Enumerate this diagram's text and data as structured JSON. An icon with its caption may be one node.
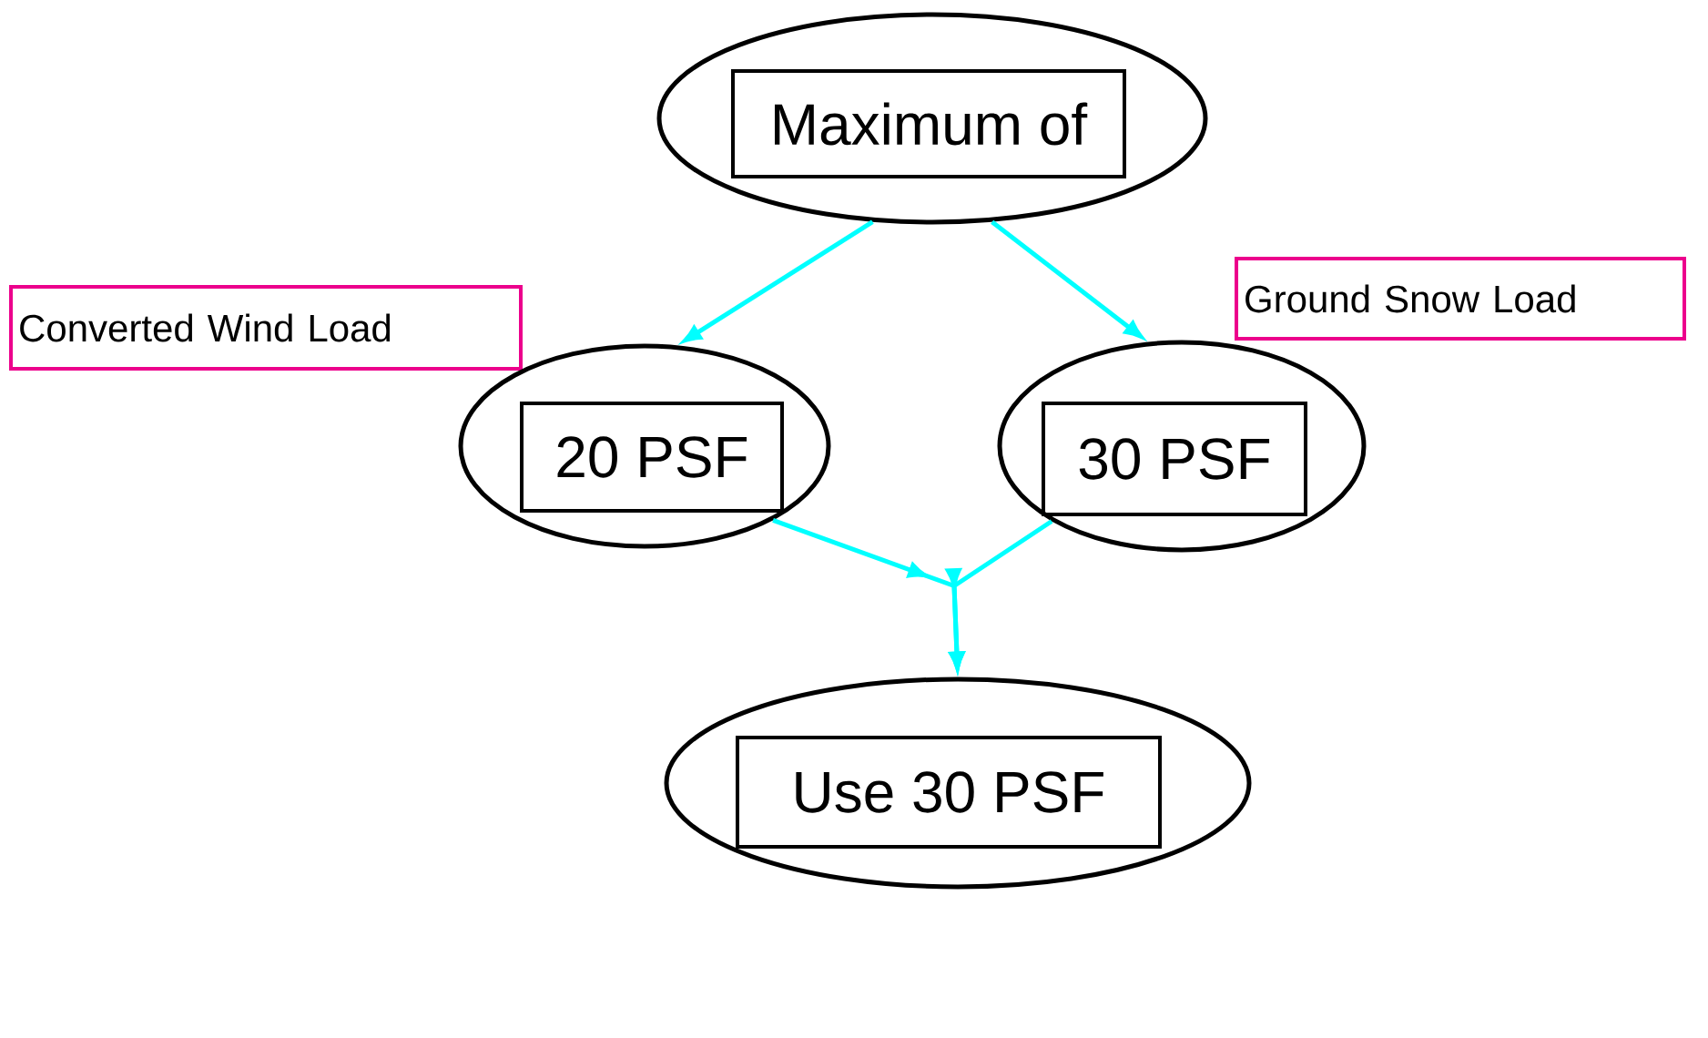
{
  "diagram": {
    "nodes": [
      {
        "text": [],
        "shape": "ellipse"
      },
      {
        "text": [
          "Maximum of"
        ],
        "in": 0
      },
      {
        "text": [
          "Converted Wind Load"
        ]
      },
      {
        "text": [],
        "shape": "ellipse"
      },
      {
        "text": [
          "20 PSF"
        ],
        "in": 3
      },
      {
        "text": [
          "Ground Snow Load"
        ]
      },
      {
        "text": [],
        "shape": "ellipse"
      },
      {
        "text": [
          "30 PSF"
        ],
        "in": 6
      },
      {
        "text": [],
        "shape": "ellipse"
      },
      {
        "text": [
          "Use 30 PSF"
        ],
        "in": 8
      }
    ],
    "edges": [
      {
        "from": 0,
        "to": 3,
        "arrow": "to"
      },
      {
        "from": 0,
        "to": 6,
        "arrow": "to"
      },
      {
        "from": 3,
        "to": 8,
        "arrow": "to"
      },
      {
        "from": 6,
        "to": 8,
        "arrow": "to"
      }
    ]
  }
}
